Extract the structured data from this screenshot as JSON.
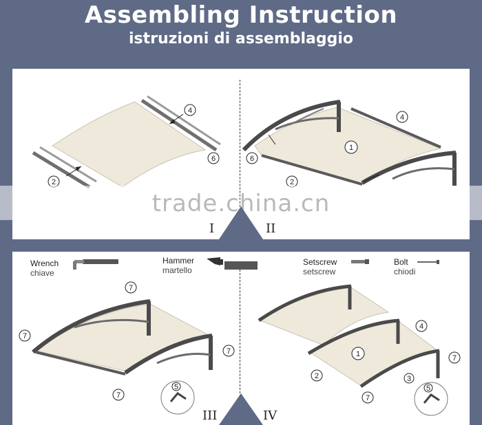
{
  "header": {
    "title": "Assembling Instruction",
    "subtitle": "istruzioni di assemblaggio"
  },
  "steps": [
    "I",
    "II",
    "III",
    "IV"
  ],
  "tools": [
    {
      "name": "Wrench",
      "sub": "chiave",
      "icon": "wrench-icon"
    },
    {
      "name": "Hammer",
      "sub": "martello",
      "icon": "hammer-icon"
    },
    {
      "name": "Setscrew",
      "sub": "setscrew",
      "icon": "setscrew-icon"
    },
    {
      "name": "Bolt",
      "sub": "chiodi",
      "icon": "bolt-icon"
    }
  ],
  "part_numbers": {
    "n1": "1",
    "n2": "2",
    "n3": "3",
    "n4": "4",
    "n5": "5",
    "n6": "6",
    "n7": "7"
  },
  "watermark": "trade.china.cn",
  "colors": {
    "background": "#5f6a86",
    "panel": "#ffffff",
    "sheet": "#efe9dc",
    "frame": "#4a4a4a"
  }
}
